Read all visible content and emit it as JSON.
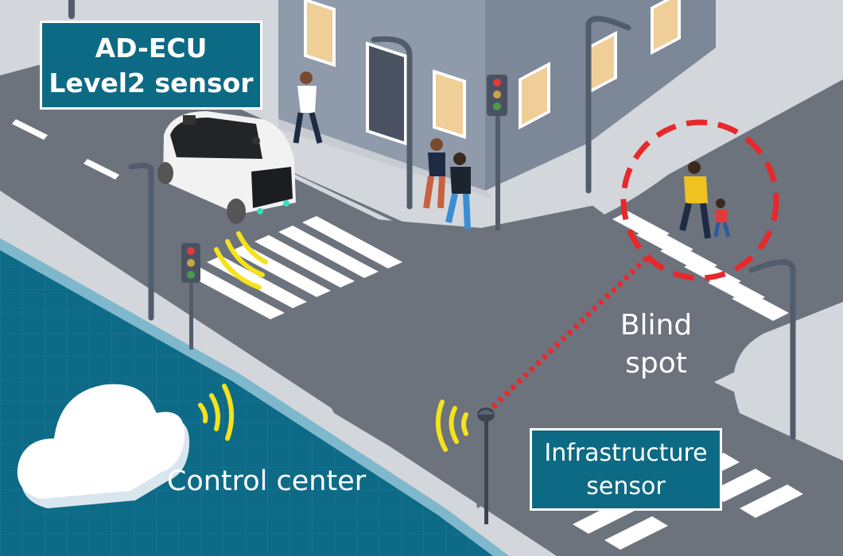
{
  "labels": {
    "ad_ecu_line1": "AD-ECU",
    "ad_ecu_line2": "Level2 sensor",
    "infrastructure_line1": "Infrastructure",
    "infrastructure_line2": "sensor",
    "blind_line1": "Blind",
    "blind_line2": "spot",
    "control_center": "Control center"
  },
  "colors": {
    "road": "#6c737d",
    "sidewalk": "#d3d7dc",
    "building": "#8b97a8",
    "control_zone": "#0e6b88",
    "label_box": "#0d6a84",
    "signal_wave": "#f4e21b",
    "blind_spot_ring": "#e8282a",
    "crosswalk": "#ffffff"
  },
  "icons": [
    "cloud-icon",
    "autonomous-vehicle-icon",
    "traffic-light-icon",
    "street-lamp-icon",
    "infrastructure-sensor-icon",
    "signal-wave-icon"
  ]
}
